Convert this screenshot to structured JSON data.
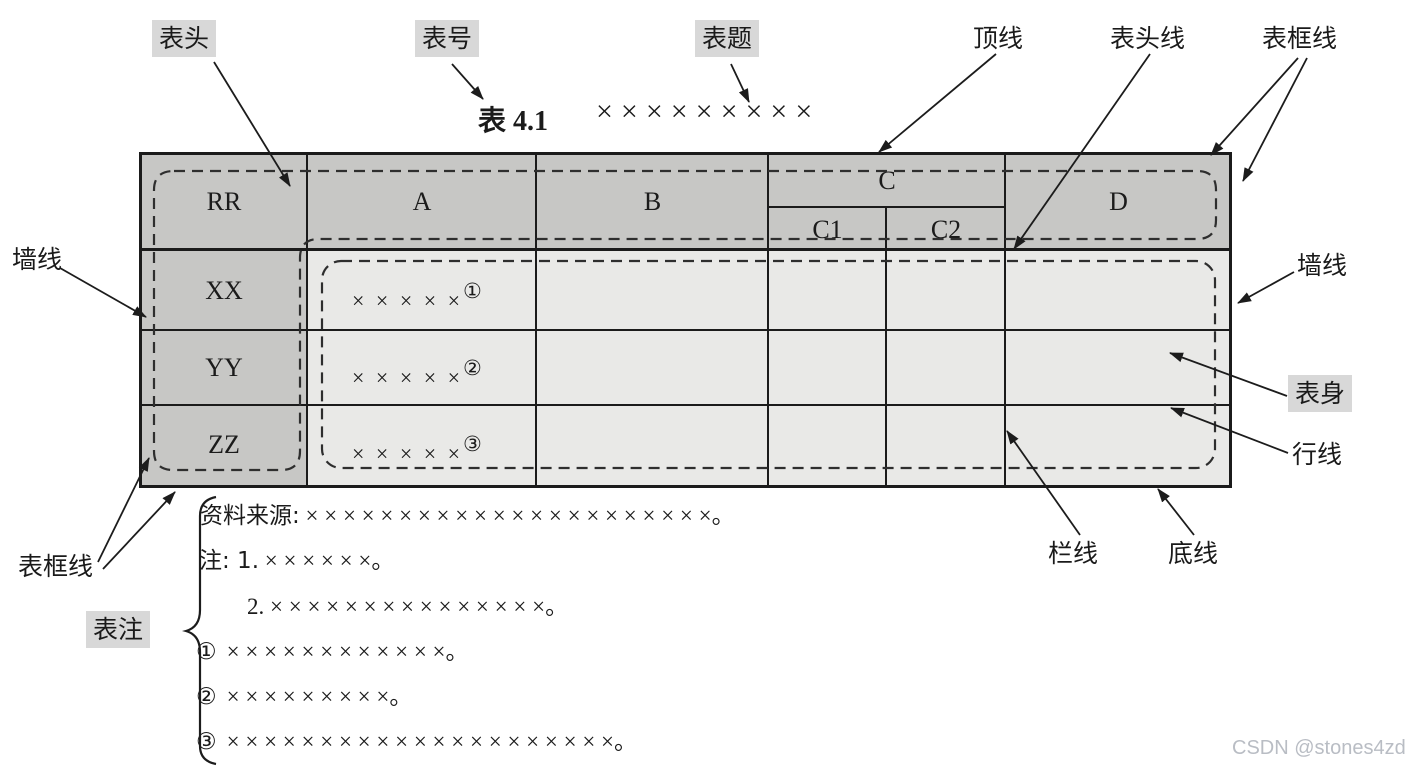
{
  "title": {
    "number": "表 4.1",
    "text": "×××××××××"
  },
  "callouts": {
    "biaotou": "表头",
    "biaohao": "表号",
    "biaoti": "表题",
    "dingxian": "顶线",
    "biaotouxian": "表头线",
    "biaokuangxian_top": "表框线",
    "qiangxian_left": "墙线",
    "qiangxian_right": "墙线",
    "biaoshen": "表身",
    "hangxian": "行线",
    "biaokuangxian_bottom": "表框线",
    "biaozhu": "表注",
    "lanxian": "栏线",
    "dixian": "底线"
  },
  "table": {
    "header": {
      "stub": "RR",
      "a": "A",
      "b": "B",
      "c": "C",
      "c1": "C1",
      "c2": "C2",
      "d": "D"
    },
    "rows": [
      {
        "stub": "XX",
        "value": "× × × × ×",
        "ref": "①"
      },
      {
        "stub": "YY",
        "value": "× × × × ×",
        "ref": "②"
      },
      {
        "stub": "ZZ",
        "value": "× × × × ×",
        "ref": "③"
      }
    ]
  },
  "notes": {
    "source_label": "资料来源:",
    "source_text": "× × × × × × × × × × × × × × × × × × × × × ×。",
    "numbered": [
      {
        "label": "注: 1.",
        "text": "× × × × × ×。"
      },
      {
        "label": "2.",
        "text": "× × × × × × × × × × × × × × ×。"
      }
    ],
    "footnotes": [
      {
        "marker": "①",
        "text": "× × × × × × × × × × × ×。"
      },
      {
        "marker": "②",
        "text": "× × × × × × × × ×。"
      },
      {
        "marker": "③",
        "text": "× × × × × × × × × × × × × × × × × × × × ×。"
      }
    ]
  },
  "watermark": "CSDN @stones4zd",
  "colors": {
    "header_fill": "#c7c7c5",
    "body_fill": "#e9e9e7",
    "line": "#1b1b1b",
    "label_highlight": "#d8d8d8",
    "watermark": "#b9bdc4"
  }
}
